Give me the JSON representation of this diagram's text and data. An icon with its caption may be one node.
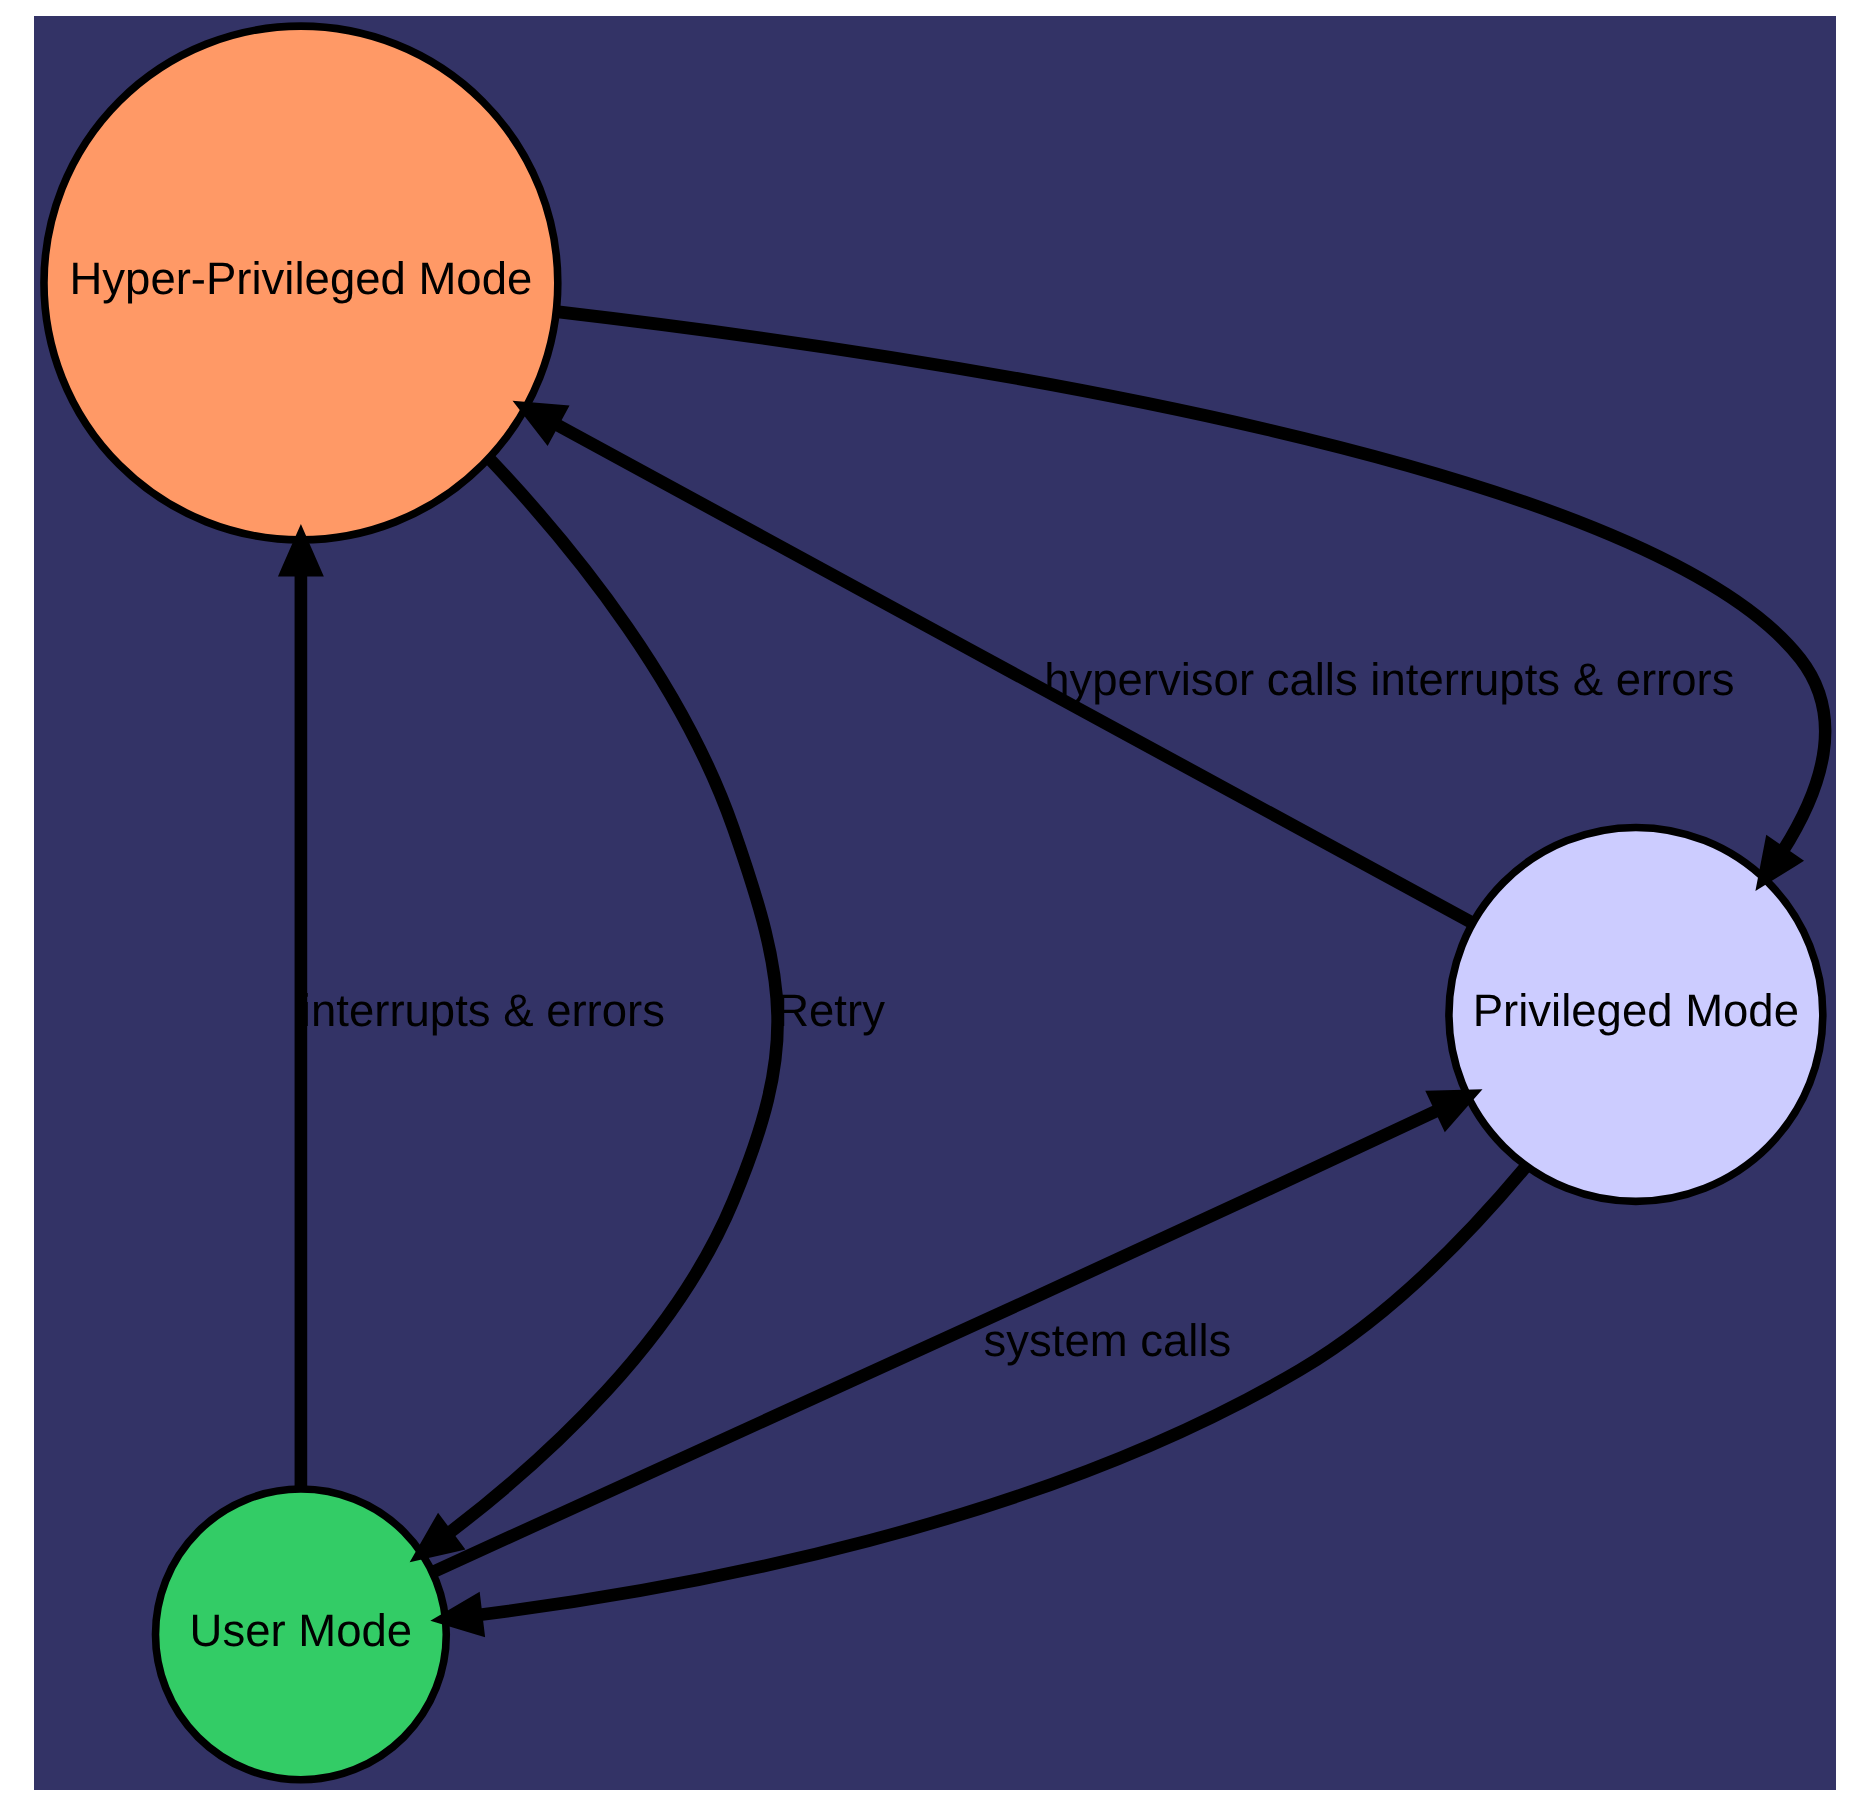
{
  "diagram": {
    "nodes": [
      {
        "text": [
          "Hyper-Privileged Mode"
        ]
      },
      {
        "text": [
          "Privileged Mode"
        ]
      },
      {
        "text": [
          "User Mode"
        ]
      }
    ],
    "edges": [
      {
        "from": 2,
        "to": 0,
        "arrow": "to",
        "label": "interrupts & errors"
      },
      {
        "from": 2,
        "to": 1,
        "arrow": "to",
        "label": "system calls"
      },
      {
        "from": 1,
        "to": 0,
        "arrow": "to",
        "label": "hypervisor calls interrupts & errors"
      },
      {
        "from": 0,
        "to": 1,
        "arrow": "to"
      },
      {
        "from": 1,
        "to": 2,
        "arrow": "to"
      },
      {
        "from": 0,
        "to": 2,
        "arrow": "to",
        "label": "Retry"
      }
    ]
  }
}
